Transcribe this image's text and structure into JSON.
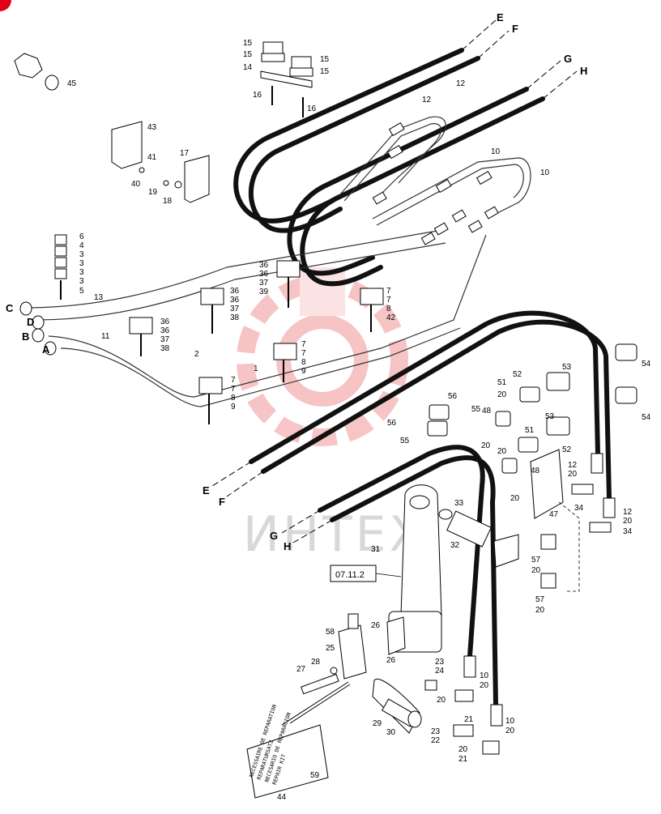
{
  "reference_box": "07.11.2",
  "watermark": "ИНТЕХ",
  "sign_text": [
    "NECESSAIRE DE REPARATION",
    "REPARATURSATZ",
    "NECESARIO DE REPARACION",
    "REPAIR KIT"
  ],
  "connection_letters": [
    "E",
    "F",
    "G",
    "H",
    "C",
    "D",
    "B",
    "A"
  ],
  "part_labels": {
    "p45": "45",
    "p15a": "15",
    "p15b": "15",
    "p15c": "15",
    "p15d": "15",
    "p14": "14",
    "p16a": "16",
    "p16b": "16",
    "p12a": "12",
    "p12b": "12",
    "p43": "43",
    "p41": "41",
    "p40": "40",
    "p19": "19",
    "p18": "18",
    "p17": "17",
    "p10a": "10",
    "p10b": "10",
    "p6": "6",
    "p4": "4",
    "p3a": "3",
    "p3b": "3",
    "p3c": "3",
    "p3d": "3",
    "p5": "5",
    "p13": "13",
    "p11": "11",
    "p2": "2",
    "p1": "1",
    "p36a": "36",
    "p36b": "36",
    "p37a": "37",
    "p39": "39",
    "p36c": "36",
    "p36d": "36",
    "p37b": "37",
    "p38a": "38",
    "p36e": "36",
    "p36f": "36",
    "p37c": "37",
    "p38b": "38",
    "p7a": "7",
    "p7b": "7",
    "p8a": "8",
    "p42": "42",
    "p7c": "7",
    "p7d": "7",
    "p8b": "8",
    "p9a": "9",
    "p7e": "7",
    "p7f": "7",
    "p8c": "8",
    "p9b": "9",
    "p54a": "54",
    "p54b": "54",
    "p53a": "53",
    "p52a": "52",
    "p51a": "51",
    "p20a": "20",
    "p56a": "56",
    "p55a": "55",
    "p56b": "56",
    "p55b": "55",
    "p48a": "48",
    "p20b": "20",
    "p53b": "53",
    "p51b": "51",
    "p20c": "20",
    "p52b": "52",
    "p12c": "12",
    "p20d": "20",
    "p48b": "48",
    "p20e": "20",
    "p47": "47",
    "p34a": "34",
    "p12d": "12",
    "p20f": "20",
    "p34b": "34",
    "p33": "33",
    "p32": "32",
    "p31": "31",
    "p57a": "57",
    "p20g": "20",
    "p57b": "57",
    "p20h": "20",
    "p58": "58",
    "p25": "25",
    "p26a": "26",
    "p26b": "26",
    "p28": "28",
    "p27": "27",
    "p23a": "23",
    "p24": "24",
    "p20i": "20",
    "p21a": "21",
    "p10c": "10",
    "p20j": "20",
    "p29": "29",
    "p30": "30",
    "p23b": "23",
    "p22": "22",
    "p20k": "20",
    "p21b": "21",
    "p10d": "10",
    "p20l": "20",
    "p59": "59",
    "p44": "44"
  }
}
